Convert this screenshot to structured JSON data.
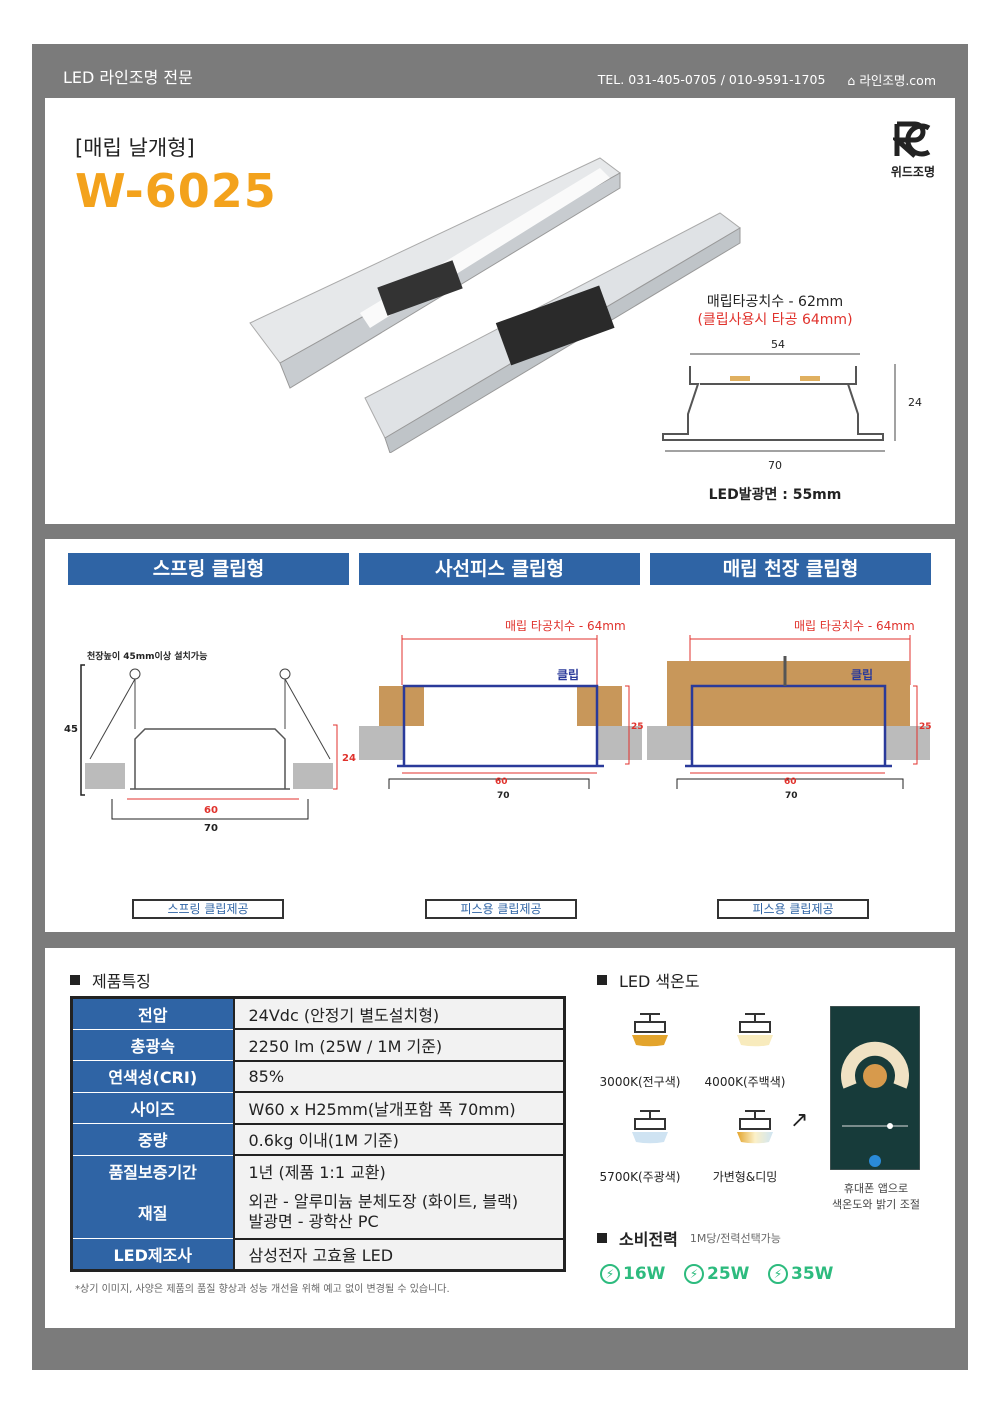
{
  "header": {
    "title": "LED 라인조명 전문",
    "tel": "TEL. 031-405-0705 / 010-9591-1705",
    "site": "라인조명.com"
  },
  "product": {
    "category": "[매립 날개형]",
    "model": "W-6025",
    "brand": "위드조명"
  },
  "dimensions": {
    "hole": "매립타공치수 - 62mm",
    "hole_clip": "(클립사용시 타공 64mm)",
    "top": "54",
    "height": "24",
    "bottom": "70",
    "emitting": "LED발광면 : 55mm"
  },
  "clip_types": [
    {
      "title": "스프링 클립형",
      "note": "천장높이 45mm이상 설치가능",
      "h1": "45",
      "h2": "24",
      "w1": "60",
      "w2": "70",
      "label": "스프링 클립제공"
    },
    {
      "title": "사선피스 클립형",
      "hole": "매립 타공치수 - 64mm",
      "clip": "클립",
      "h": "25",
      "w1": "60",
      "w2": "70",
      "label": "피스용 클립제공"
    },
    {
      "title": "매립 천장 클립형",
      "hole": "매립 타공치수 - 64mm",
      "clip": "클립",
      "h": "25",
      "w1": "60",
      "w2": "70",
      "label": "피스용 클립제공"
    }
  ],
  "specs": {
    "title": "제품특징",
    "rows": [
      {
        "k": "전압",
        "v": "24Vdc (안정기 별도설치형)"
      },
      {
        "k": "총광속",
        "v": "2250 lm (25W / 1M 기준)"
      },
      {
        "k": "연색성(CRI)",
        "v": "85%"
      },
      {
        "k": "사이즈",
        "v": "W60 x H25mm(날개포함 폭 70mm)"
      },
      {
        "k": "중량",
        "v": "0.6kg 이내(1M 기준)"
      },
      {
        "k": "품질보증기간",
        "v": "1년 (제품 1:1 교환)"
      },
      {
        "k": "재질",
        "v": "외관 - 알루미늄 분체도장 (화이트, 블랙)",
        "v2": "발광면 - 광학산 PC"
      },
      {
        "k": "LED제조사",
        "v": "삼성전자 고효율 LED"
      }
    ],
    "note": "*상기 이미지, 사양은 제품의 품질 향상과 성능 개선을 위해 예고 없이 변경될 수 있습니다."
  },
  "color_temp": {
    "title": "LED 색온도",
    "items": [
      "3000K(전구색)",
      "4000K(주백색)",
      "5700K(주광색)",
      "가변형&디밍"
    ],
    "app_caption1": "휴대폰 앱으로",
    "app_caption2": "색온도와 밝기 조절"
  },
  "power": {
    "title": "소비전력",
    "subtitle": "1M당/전력선택가능",
    "options": [
      "16W",
      "25W",
      "35W"
    ]
  },
  "colors": {
    "accent": "#f3a21c",
    "blue": "#2f64a5",
    "green": "#2dbb7e",
    "red": "#e0322c"
  }
}
